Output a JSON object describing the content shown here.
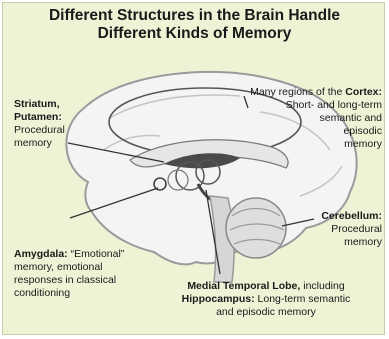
{
  "title": {
    "line1": "Different Structures in the Brain Handle",
    "line2": "Different Kinds of Memory"
  },
  "labels": {
    "striatum": {
      "name1": "Striatum,",
      "name2": "Putamen:",
      "desc1": "Procedural",
      "desc2": "memory"
    },
    "cortex": {
      "prefix": "Many regions of the ",
      "name": "Cortex:",
      "desc1": "Short- and long-term",
      "desc2": "semantic and",
      "desc3": "episodic",
      "desc4": "memory"
    },
    "cerebellum": {
      "name": "Cerebellum:",
      "desc1": "Procedural",
      "desc2": "memory"
    },
    "amygdala": {
      "name": "Amygdala:",
      "desc_inline": " “Emotional”",
      "desc2": "memory, emotional",
      "desc3": "responses in classical",
      "desc4": "conditioning"
    },
    "mtl": {
      "name": "Medial Temporal Lobe,",
      "suffix": " including",
      "name2": "Hippocampus:",
      "desc1": " Long-term semantic",
      "desc2": "and episodic memory"
    }
  },
  "colors": {
    "background": "#eef3d6",
    "brain_outline": "#9a9a9a",
    "brain_fill": "#f4f4f4",
    "structure_dark": "#4a4a4a",
    "leader_line": "#333333"
  }
}
